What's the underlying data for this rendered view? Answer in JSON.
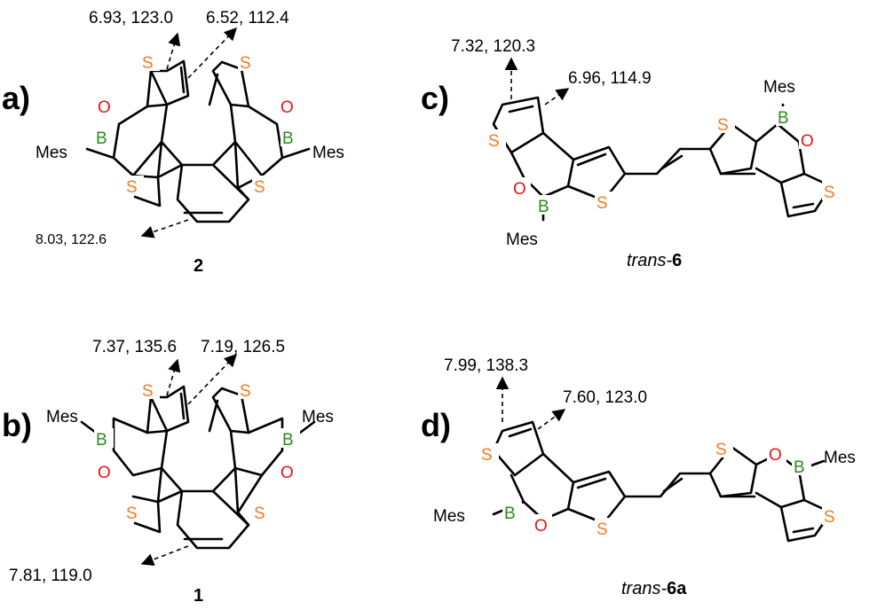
{
  "panels": {
    "a": {
      "label": "a)",
      "compound": "2",
      "shift_left_top": "6.93, 123.0",
      "shift_right_top": "6.52, 112.4",
      "shift_bottom": "8.03, 122.6"
    },
    "b": {
      "label": "b)",
      "compound": "1",
      "shift_left_top": "7.37, 135.6",
      "shift_right_top": "7.19, 126.5",
      "shift_bottom": "7.81, 119.0"
    },
    "c": {
      "label": "c)",
      "compound_prefix": "trans-",
      "compound_number": "6",
      "shift_top": "7.32, 120.3",
      "shift_side": "6.96, 114.9"
    },
    "d": {
      "label": "d)",
      "compound_prefix": "trans-",
      "compound_number": "6a",
      "shift_top": "7.99, 138.3",
      "shift_side": "7.60, 123.0"
    }
  },
  "atoms": {
    "S": "S",
    "O": "O",
    "B": "B",
    "Mes": "Mes"
  },
  "colors": {
    "sulfur": "#f07c22",
    "oxygen": "#e8141b",
    "boron": "#2a8a1c",
    "bonds": "#000000"
  }
}
